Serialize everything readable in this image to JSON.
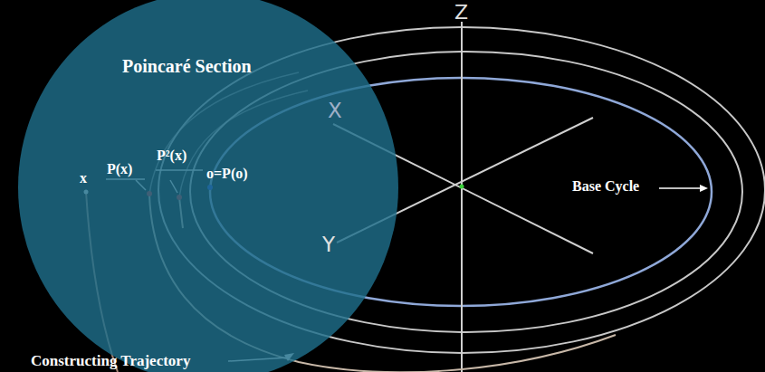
{
  "diagram": {
    "nodes": [
      {
        "text": [
          "Poincaré Section"
        ]
      }
    ],
    "labels": [
      "x",
      "P(x)",
      "P²(x)",
      "o=P(o)",
      "Base Cycle",
      "Constructing Trajectory",
      "X",
      "Y",
      "Z"
    ]
  }
}
